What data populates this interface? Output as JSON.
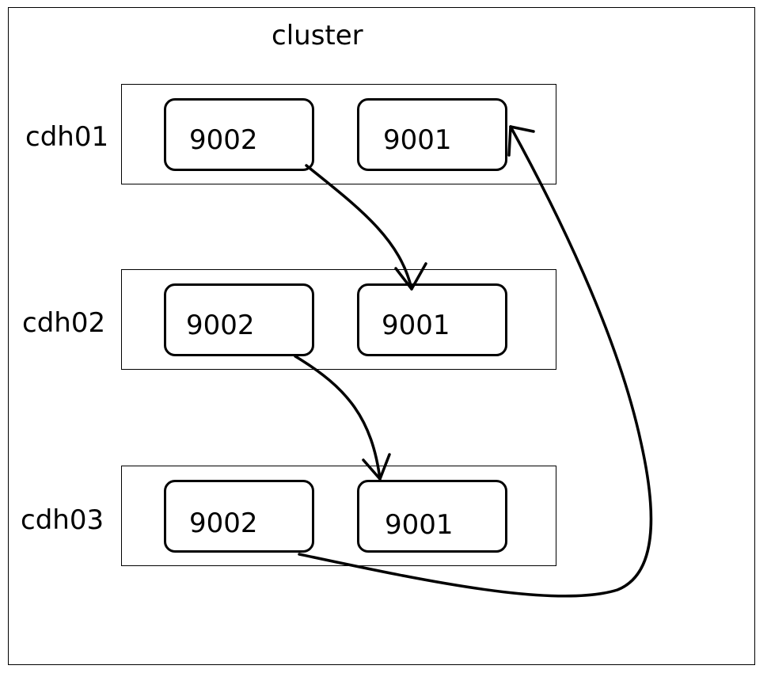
{
  "title": "cluster",
  "hosts": [
    {
      "label": "cdh01",
      "left_port": "9002",
      "right_port": "9001"
    },
    {
      "label": "cdh02",
      "left_port": "9002",
      "right_port": "9001"
    },
    {
      "label": "cdh03",
      "left_port": "9002",
      "right_port": "9001"
    }
  ]
}
